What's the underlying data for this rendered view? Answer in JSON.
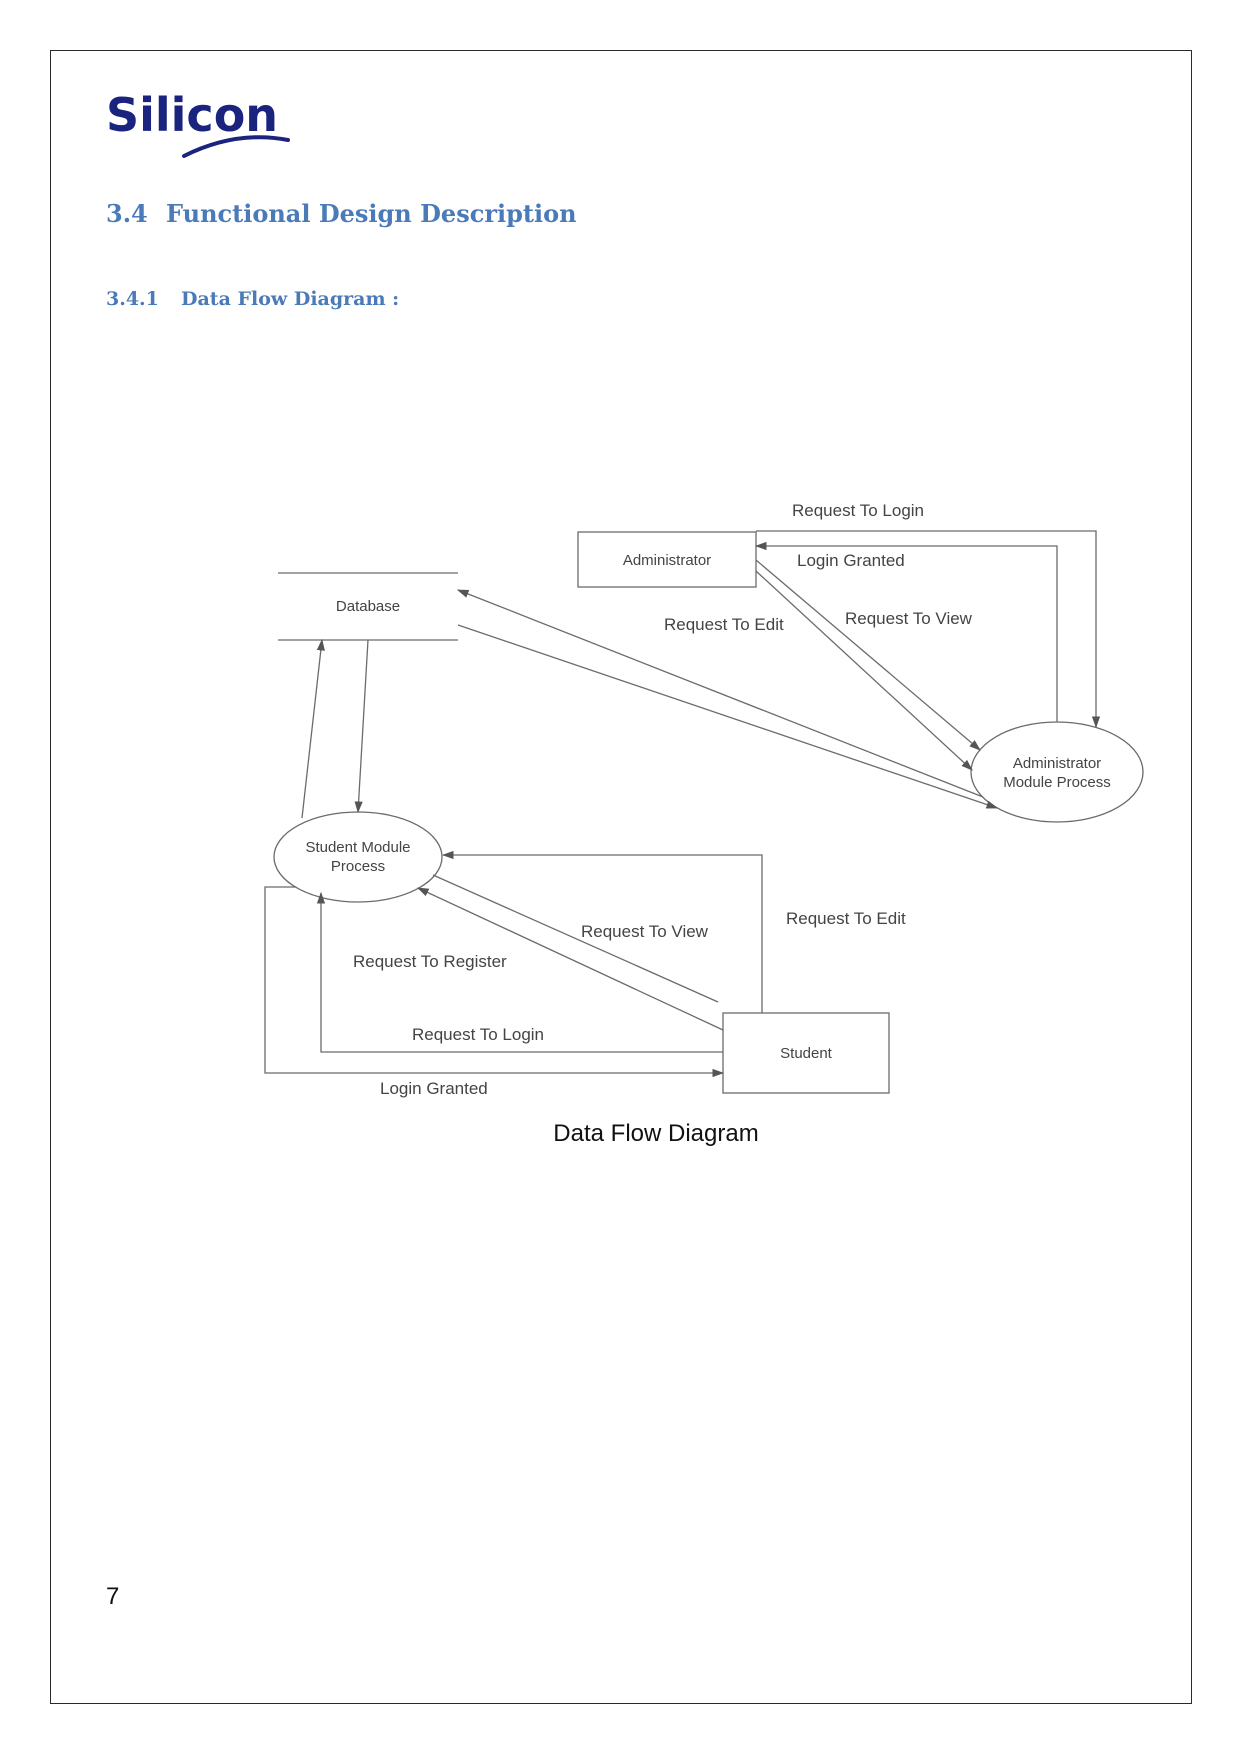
{
  "logo": {
    "text": "Silicon"
  },
  "section": {
    "number": "3.4",
    "title": "Functional Design Description"
  },
  "subsection": {
    "number": "3.4.1",
    "title": "Data Flow Diagram :"
  },
  "diagram": {
    "caption": "Data Flow Diagram",
    "nodes": {
      "administrator": "Administrator",
      "database": "Database",
      "admin_process_line1": "Administrator",
      "admin_process_line2": "Module Process",
      "student_process_line1": "Student Module",
      "student_process_line2": "Process",
      "student": "Student"
    },
    "flows": {
      "admin_request_login": "Request To Login",
      "admin_login_granted": "Login Granted",
      "admin_request_edit": "Request To Edit",
      "admin_request_view": "Request To View",
      "student_request_view": "Request To View",
      "student_request_edit": "Request To Edit",
      "student_request_register": "Request To Register",
      "student_request_login": "Request To Login",
      "student_login_granted": "Login Granted"
    }
  },
  "footer": {
    "page_number": "7"
  }
}
